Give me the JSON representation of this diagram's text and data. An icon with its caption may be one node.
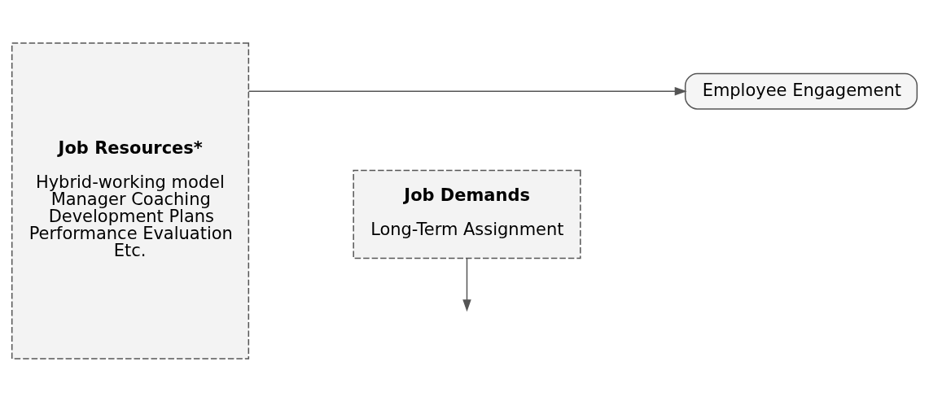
{
  "diagram": {
    "nodes": [
      {
        "text": [
          "Job Resources*",
          "Hybrid-working model",
          "Manager Coaching",
          "Development Plans",
          "Performance Evaluation",
          "Etc."
        ]
      },
      {
        "text": [
          "Job Demands",
          "Long-Term Assignment"
        ]
      },
      {
        "text": [
          "Employee Engagement"
        ]
      }
    ],
    "edges": [
      {
        "from": 0,
        "to": 2,
        "arrow": "to"
      },
      {
        "from": 1,
        "to": null,
        "arrow": "to"
      }
    ]
  }
}
